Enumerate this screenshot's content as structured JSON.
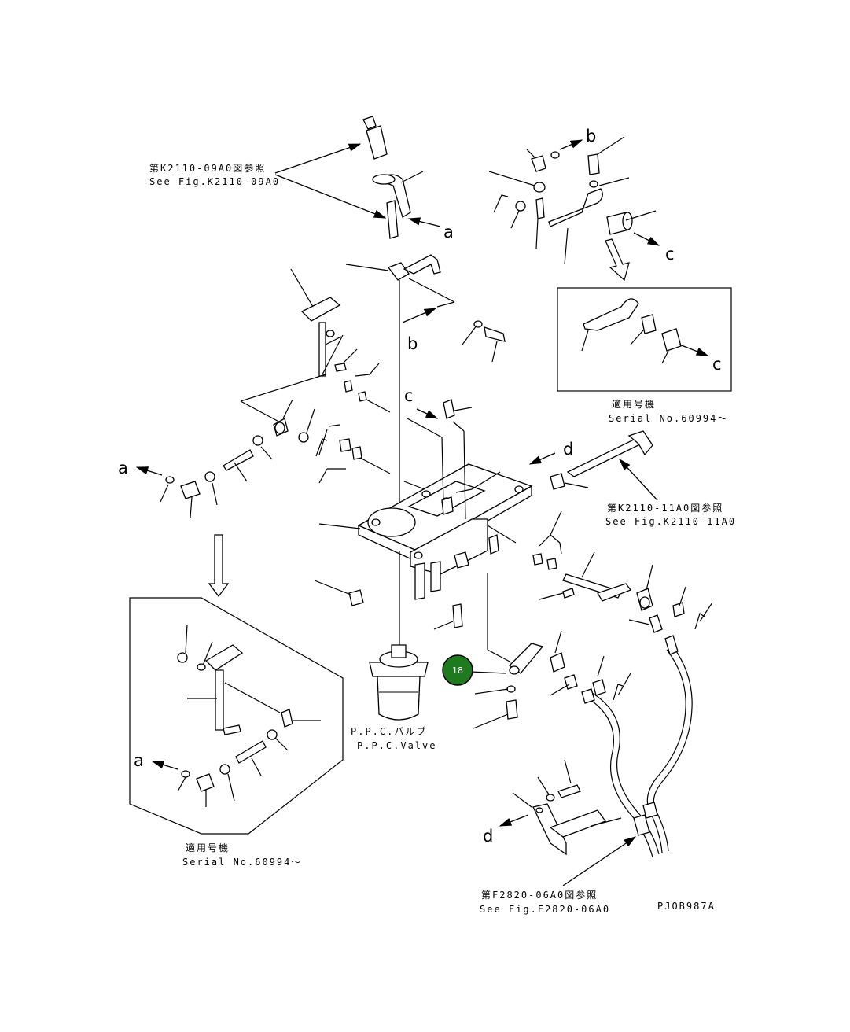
{
  "refs": {
    "k2110_09a0_jp": "第K2110-09A0図参照",
    "k2110_09a0_en": "See Fig.K2110-09A0",
    "k2110_11a0_jp": "第K2110-11A0図参照",
    "k2110_11a0_en": "See Fig.K2110-11A0",
    "f2820_06a0_jp": "第F2820-06A0図参照",
    "f2820_06a0_en": "See Fig.F2820-06A0"
  },
  "serial_notes": {
    "right_jp": "適用号機",
    "right_en": "Serial No.60994～",
    "left_jp": "適用号機",
    "left_en": "Serial No.60994～"
  },
  "ppc_valve": {
    "jp": "P.P.C.バルブ",
    "en": "P.P.C.Valve"
  },
  "letters": {
    "a_top": "a",
    "b_top": "b",
    "c_top": "c",
    "b_mid": "b",
    "c_mid": "c",
    "c_box": "c",
    "d_mid": "d",
    "a_left": "a",
    "a_box": "a",
    "d_bottom": "d"
  },
  "callout": {
    "number": "18",
    "color": "#1f7a1f"
  },
  "drawing_code": "PJOB987A"
}
